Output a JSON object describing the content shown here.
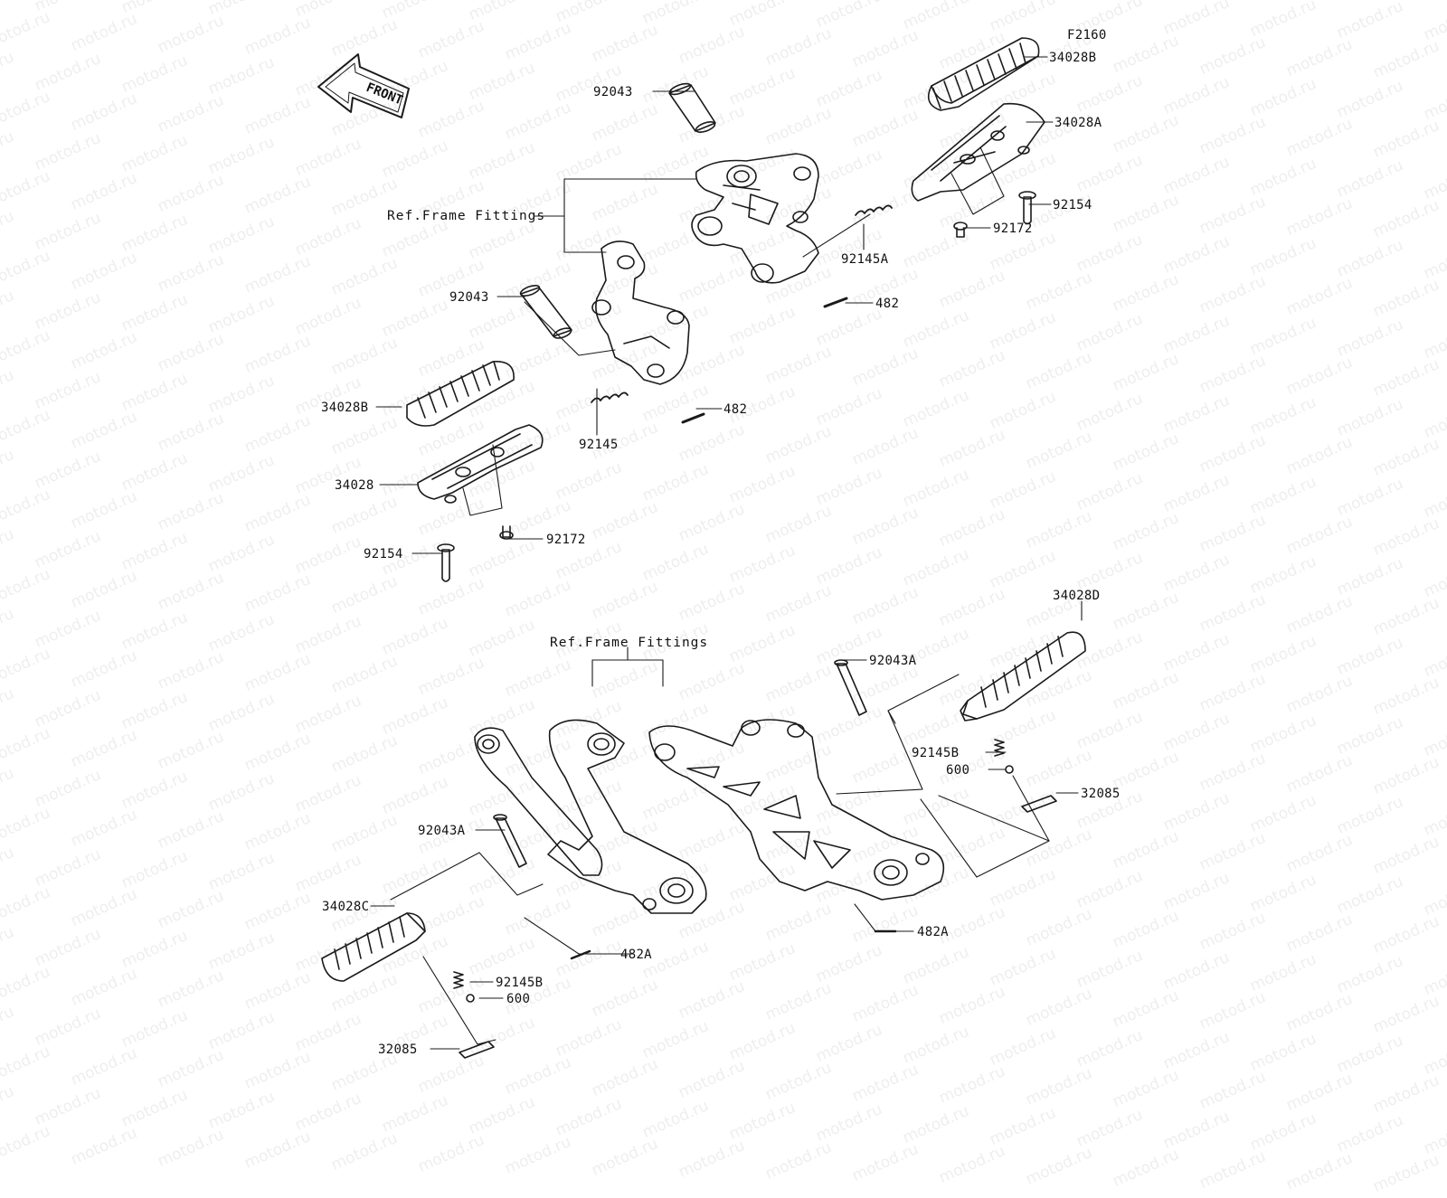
{
  "diagram_code": "F2160",
  "watermark": "motod.ru",
  "front_arrow_text": "FRONT",
  "labels": {
    "p92043_top": "92043",
    "p34028B_top": "34028B",
    "p34028A": "34028A",
    "p92154_top": "92154",
    "p92172_top": "92172",
    "p92145A": "92145A",
    "p482_top": "482",
    "ref_top": "Ref.Frame Fittings",
    "p92043_mid": "92043",
    "p482_mid": "482",
    "p34028B_left": "34028B",
    "p92145": "92145",
    "p34028": "34028",
    "p92172_left": "92172",
    "p92154_left": "92154",
    "ref_bottom": "Ref.Frame Fittings",
    "p34028D": "34028D",
    "p92043A_right": "92043A",
    "p92145B_right": "92145B",
    "p600_right": "600",
    "p32085_right": "32085",
    "p92043A_left": "92043A",
    "p34028C": "34028C",
    "p482A_left": "482A",
    "p482A_right": "482A",
    "p92145B_left": "92145B",
    "p600_left": "600",
    "p32085_left": "32085"
  }
}
